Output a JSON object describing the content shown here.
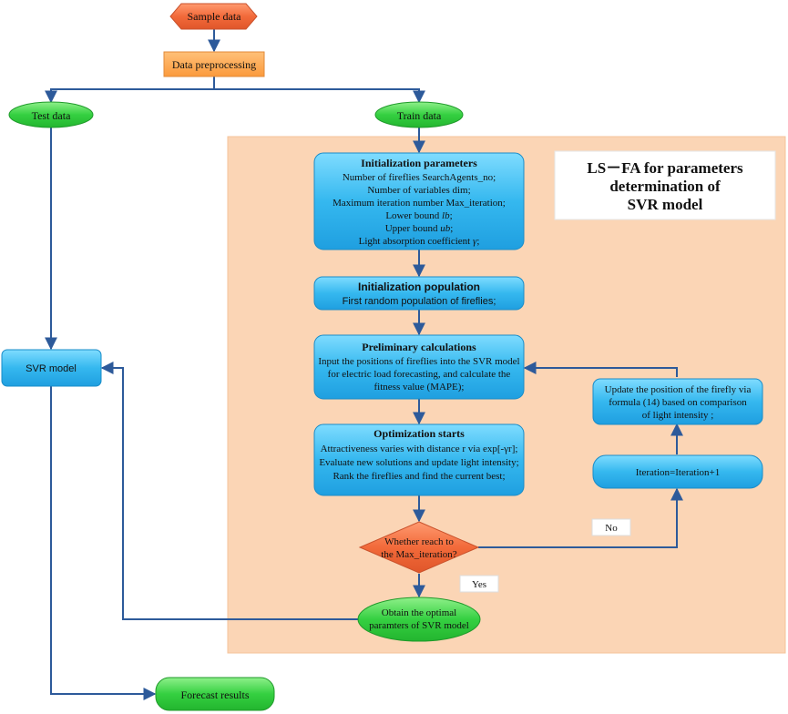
{
  "nodes": {
    "sample_data": "Sample data",
    "data_preprocessing": "Data preprocessing",
    "test_data": "Test data",
    "train_data": "Train data",
    "svr_model": "SVR model",
    "forecast_results": "Forecast results",
    "obtain_optimal": [
      "Obtain the optimal",
      "paramters of SVR model"
    ],
    "decision": [
      "Whether reach to",
      "the Max_iteration?"
    ],
    "iteration_update": "Iteration=Iteration+1",
    "update_position": [
      "Update the position of the firefly via",
      "formula (14) based on comparison",
      "of light intensity ;"
    ]
  },
  "init_params": {
    "title": "Initialization parameters",
    "lines": [
      "Number of fireflies SearchAgents_no;",
      "Number of variables dim;",
      "Maximum iteration number Max_iteration;",
      "Lower bound ",
      "Upper bound ",
      "Light absorption coefficient "
    ],
    "lower_bound_var": "lb",
    "upper_bound_var": "ub",
    "gamma_var": "γ",
    "sep": ";"
  },
  "init_population": {
    "title": "Initialization population",
    "line": "First random population of fireflies;"
  },
  "preliminary": {
    "title": "Preliminary calculations",
    "lines": [
      "Input the positions of fireflies into the SVR model",
      "for electric load forecasting, and calculate the",
      "fitness value (MAPE);"
    ]
  },
  "optimization": {
    "title": "Optimization starts",
    "lines": [
      "Attractiveness varies with distance r via exp[-γr];",
      "Evaluate new solutions and update light intensity;",
      "Rank the fireflies and find the current best;"
    ]
  },
  "title_box": [
    "LS－FA for parameters",
    "determination of",
    "SVR model"
  ],
  "labels": {
    "no": "No",
    "yes": "Yes"
  },
  "colors": {
    "panel": "#fbd5b5",
    "orange": "#f26a3a",
    "orange_box": "#fca34a",
    "blue": "#31b6ee",
    "green": "#2ecc40",
    "arrow": "#2d5a9a",
    "title_red": "#e8502a"
  }
}
